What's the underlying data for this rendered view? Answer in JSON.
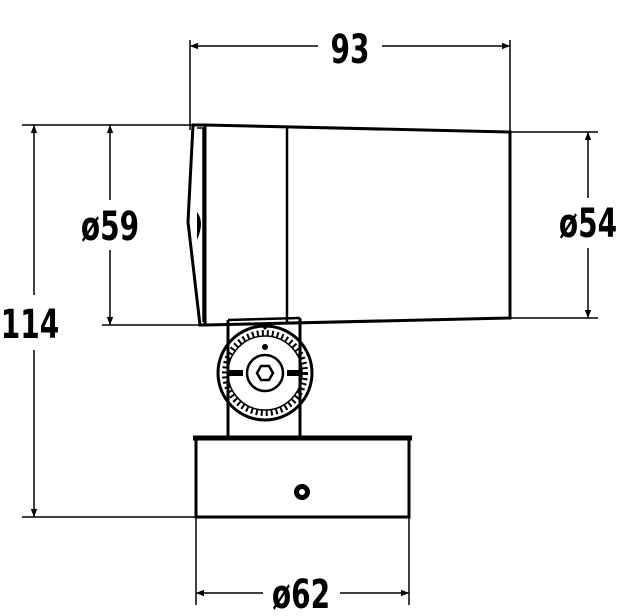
{
  "dimensions": {
    "overall_length": "93",
    "overall_height": "114",
    "front_diameter": "ø59",
    "rear_diameter": "ø54",
    "base_diameter": "ø62"
  },
  "colors": {
    "line": "#000000",
    "background": "#ffffff"
  }
}
